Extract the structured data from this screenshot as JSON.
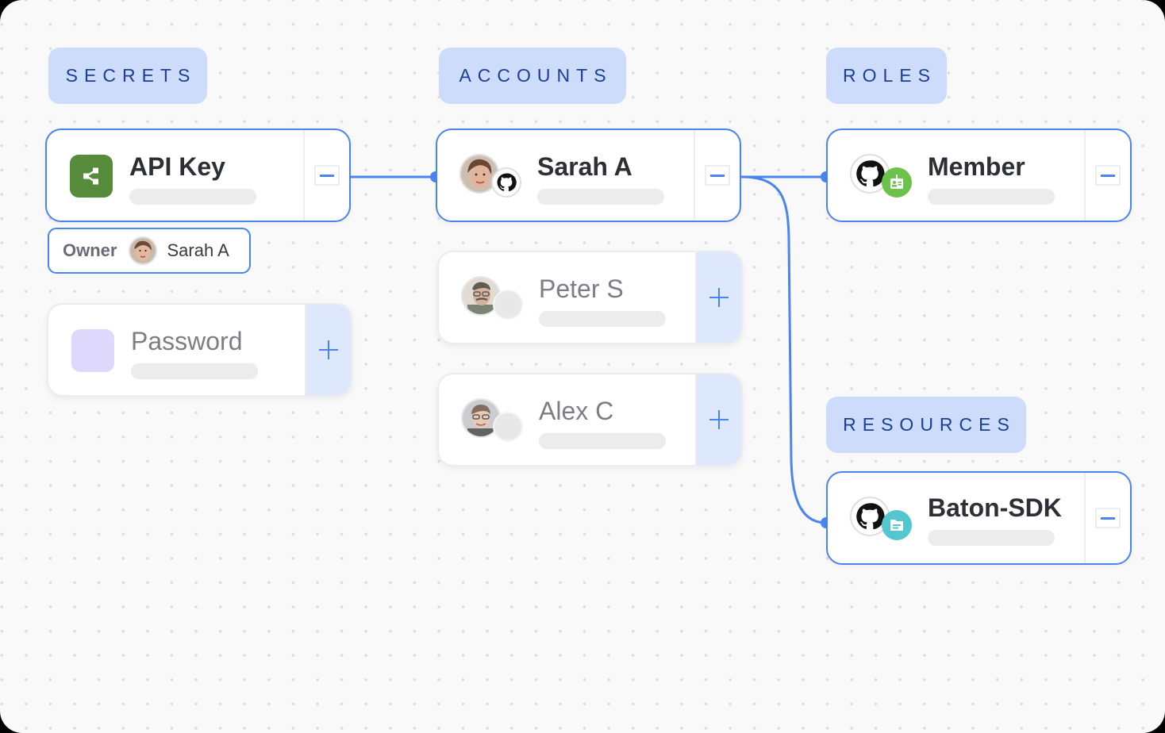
{
  "columns": {
    "secrets": {
      "label": "SECRETS"
    },
    "accounts": {
      "label": "ACCOUNTS"
    },
    "roles": {
      "label": "ROLES"
    },
    "resources": {
      "label": "RESOURCES"
    }
  },
  "secrets": {
    "nodes": [
      {
        "title": "API Key",
        "icon": "share-icon",
        "icon_color": "#558b3a",
        "state": "selected",
        "action": "remove"
      },
      {
        "title": "Password",
        "icon": "blank-square",
        "icon_color": "#ddd8fc",
        "state": "unselected",
        "action": "add"
      }
    ],
    "owner": {
      "label": "Owner",
      "name": "Sarah A"
    }
  },
  "accounts": {
    "nodes": [
      {
        "title": "Sarah A",
        "avatar": "sarah-photo",
        "badge": "github-icon",
        "state": "selected",
        "action": "remove"
      },
      {
        "title": "Peter S",
        "avatar": "peter-photo",
        "badge": "empty",
        "state": "unselected",
        "action": "add"
      },
      {
        "title": "Alex C",
        "avatar": "alex-photo",
        "badge": "empty",
        "state": "unselected",
        "action": "add"
      }
    ]
  },
  "roles": {
    "nodes": [
      {
        "title": "Member",
        "avatar": "github-icon",
        "badge": "id-badge-icon",
        "badge_color": "#6cc24a",
        "state": "selected",
        "action": "remove"
      }
    ]
  },
  "resources": {
    "nodes": [
      {
        "title": "Baton-SDK",
        "avatar": "github-icon",
        "badge": "folder-icon",
        "badge_color": "#52c7cf",
        "state": "selected",
        "action": "remove"
      }
    ]
  },
  "edges": [
    {
      "from": "API Key",
      "to": "Sarah A"
    },
    {
      "from": "Sarah A",
      "to": "Member"
    },
    {
      "from": "Sarah A",
      "to": "Baton-SDK"
    }
  ],
  "colors": {
    "accent": "#4a84ee",
    "pill_bg": "#cddcfb",
    "pill_text": "#1a3f94",
    "canvas_bg": "#f9f9fa",
    "add_panel_bg": "#dde8fd"
  }
}
